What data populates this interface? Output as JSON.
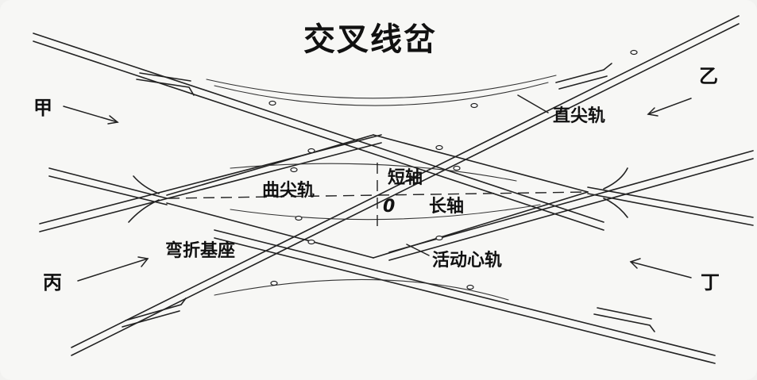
{
  "title": "交叉线岔",
  "directions": {
    "jia": "甲",
    "yi": "乙",
    "bing": "丙",
    "ding": "丁"
  },
  "parts": {
    "straight_point": "直尖轨",
    "curved_point": "曲尖轨",
    "short_axis": "短轴",
    "long_axis": "长轴",
    "center_mark": "0",
    "bend_seat": "弯折基座",
    "movable_frog": "活动心轨"
  }
}
